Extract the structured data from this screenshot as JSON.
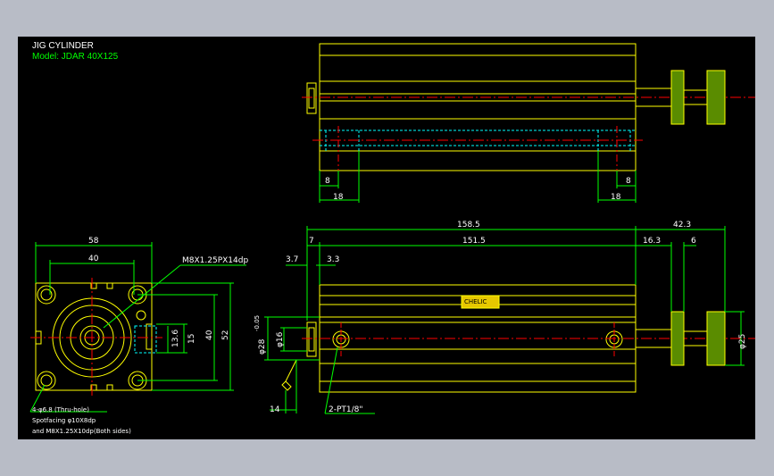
{
  "title": "JIG CYLINDER",
  "model": "Model: JDAR 40X125",
  "colors": {
    "background": "#000000",
    "frame": "#b8bcc6",
    "outline": "#ffff00",
    "dimension": "#00ff00",
    "centerline": "#ff0000",
    "hidden": "#00ffff",
    "text": "#ffffff"
  },
  "top_view": {
    "dim_left_8": "8",
    "dim_left_18": "18",
    "dim_right_8": "8",
    "dim_right_18": "18"
  },
  "end_view": {
    "width_58": "58",
    "width_40": "40",
    "height_52": "52",
    "height_40": "40",
    "dim_15": "15",
    "dim_13_6": "13.6",
    "thread_callout": "M8X1.25PX14dp",
    "note_line1": "4-φ6.8 (Thru-hole)",
    "note_line2": "Spotfacing φ10X8dp",
    "note_line3": "and M8X1.25X10dp(Both sides)"
  },
  "side_view": {
    "len_158_5": "158.5",
    "len_151_5": "151.5",
    "len_42_3": "42.3",
    "len_16_3": "16.3",
    "len_6": "6",
    "len_7": "7",
    "len_3_7": "3.7",
    "len_3_3": "3.3",
    "dia_28": "φ28",
    "dia_28_tol": "-0.05",
    "dia_16": "φ16",
    "dia_25": "φ25",
    "len_14": "14",
    "port_callout": "2-PT1/8\"",
    "logo_text": "CHELIC"
  }
}
